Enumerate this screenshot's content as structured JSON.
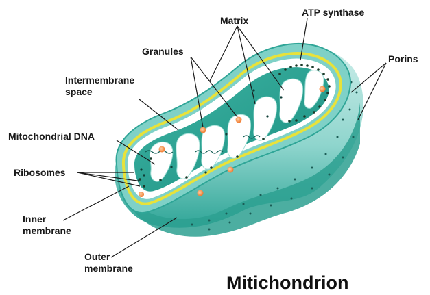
{
  "title": "Mitichondrion",
  "labels": {
    "atp_synthase": "ATP synthase",
    "matrix": "Matrix",
    "porins": "Porins",
    "granules": "Granules",
    "intermembrane_line1": "Intermembrane",
    "intermembrane_line2": "space",
    "mitochondrial_dna": "Mitochondrial DNA",
    "ribosomes": "Ribosomes",
    "inner_membrane_line1": "Inner",
    "inner_membrane_line2": "membrane",
    "outer_membrane_line1": "Outer",
    "outer_membrane_line2": "membrane"
  },
  "colors": {
    "outer_membrane": "#33b3a6",
    "outer_membrane_light": "#a9e0dc",
    "inner_membrane_yellow": "#e8e23a",
    "intermembrane_space": "#ffffff",
    "matrix": "#1f9e8e",
    "matrix_light": "#6fc9bd",
    "granule": "#f58a3c",
    "atp_synthase_dot": "#1b3a2a",
    "text": "#1a1a1a"
  }
}
